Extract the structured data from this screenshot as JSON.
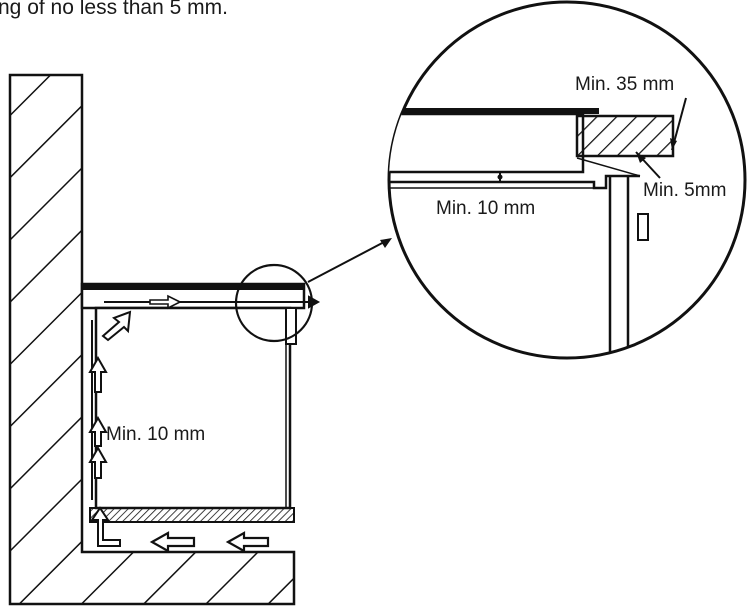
{
  "caption_fragment": "ng of no less than 5 mm.",
  "labels": {
    "top_clearance": "Min. 35 mm",
    "side_gap": "Min. 5mm",
    "detail_gap": "Min. 10 mm",
    "rear_gap": "Min. 10 mm"
  }
}
